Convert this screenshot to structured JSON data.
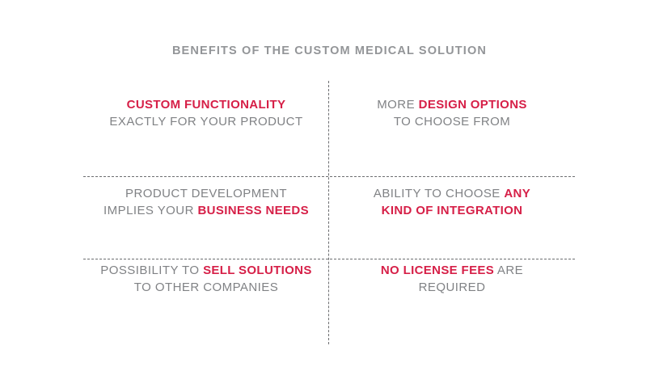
{
  "title": "BENEFITS OF THE CUSTOM MEDICAL SOLUTION",
  "colors": {
    "accent": "#D61F47",
    "body_text": "#808285",
    "title_text": "#939598",
    "divider": "#6D6E71",
    "background": "#FFFFFF"
  },
  "cells": [
    {
      "id": "custom-functionality",
      "line1_highlight": "CUSTOM FUNCTIONALITY",
      "line1_plain_before": "",
      "line1_plain_after": "",
      "line2_plain_before": "EXACTLY FOR YOUR PRODUCT",
      "line2_highlight": "",
      "line2_plain_after": ""
    },
    {
      "id": "design-options",
      "line1_plain_before": "MORE ",
      "line1_highlight": "DESIGN OPTIONS",
      "line1_plain_after": "",
      "line2_plain_before": "TO CHOOSE FROM",
      "line2_highlight": "",
      "line2_plain_after": ""
    },
    {
      "id": "product-development",
      "line1_plain_before": "PRODUCT DEVELOPMENT",
      "line1_highlight": "",
      "line1_plain_after": "",
      "line2_plain_before": "IMPLIES YOUR ",
      "line2_highlight": "BUSINESS NEEDS",
      "line2_plain_after": ""
    },
    {
      "id": "any-integration",
      "line1_plain_before": "ABILITY TO CHOOSE ",
      "line1_highlight": "ANY",
      "line1_plain_after": "",
      "line2_plain_before": "",
      "line2_highlight": "KIND OF INTEGRATION",
      "line2_plain_after": ""
    },
    {
      "id": "sell-solutions",
      "line1_plain_before": "POSSIBILITY TO ",
      "line1_highlight": "SELL SOLUTIONS",
      "line1_plain_after": "",
      "line2_plain_before": "TO OTHER COMPANIES",
      "line2_highlight": "",
      "line2_plain_after": ""
    },
    {
      "id": "no-license-fees",
      "line1_plain_before": "",
      "line1_highlight": "NO LICENSE FEES",
      "line1_plain_after": " ARE",
      "line2_plain_before": "REQUIRED",
      "line2_highlight": "",
      "line2_plain_after": ""
    }
  ]
}
